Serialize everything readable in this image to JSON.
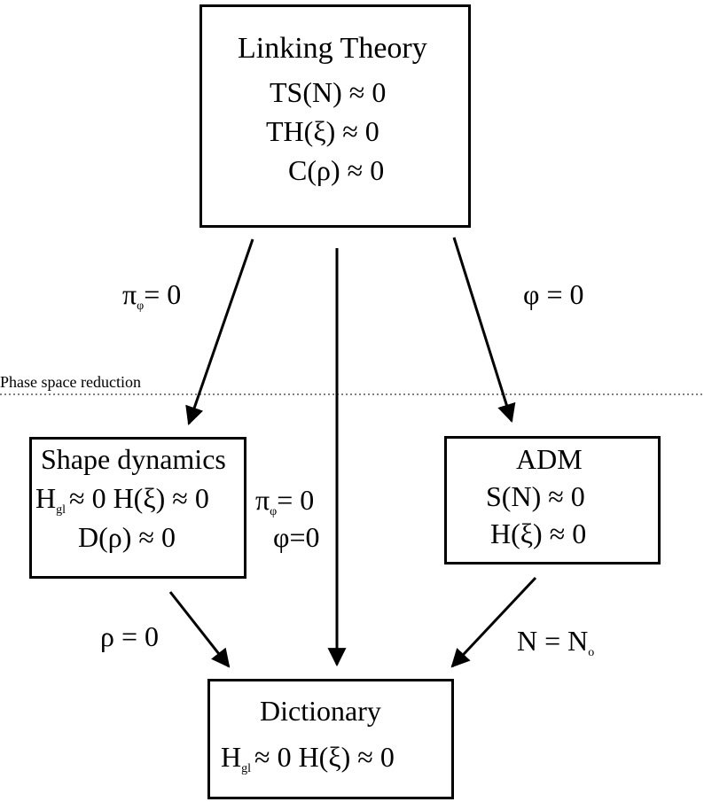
{
  "linking_theory": {
    "title": "Linking Theory",
    "eq1": "TS(N) ≈ 0",
    "eq2": "TH(ξ) ≈ 0",
    "eq3": "C(ρ) ≈ 0"
  },
  "shape_dynamics": {
    "title": "Shape dynamics",
    "eq1_main": "H",
    "eq1_sub": "gl",
    "eq1_rest": "≈ 0  H(ξ) ≈ 0",
    "eq2": "D(ρ)  ≈ 0"
  },
  "adm": {
    "title": "ADM",
    "eq1": "S(N) ≈ 0",
    "eq2": "H(ξ) ≈ 0"
  },
  "dictionary": {
    "title": "Dictionary",
    "eq_main": "H",
    "eq_sub": "gl",
    "eq_rest": "≈ 0  H(ξ) ≈ 0"
  },
  "labels": {
    "left_upper_main": "π",
    "left_upper_sub": "φ",
    "left_upper_rest": "= 0",
    "right_upper": "φ = 0",
    "center_main": "π",
    "center_sub": "φ",
    "center_rest": "= 0",
    "center_second": "φ=0",
    "left_lower": "ρ = 0",
    "right_lower_main": "N = N",
    "right_lower_sub": "o",
    "phase_space": "Phase space reduction"
  }
}
